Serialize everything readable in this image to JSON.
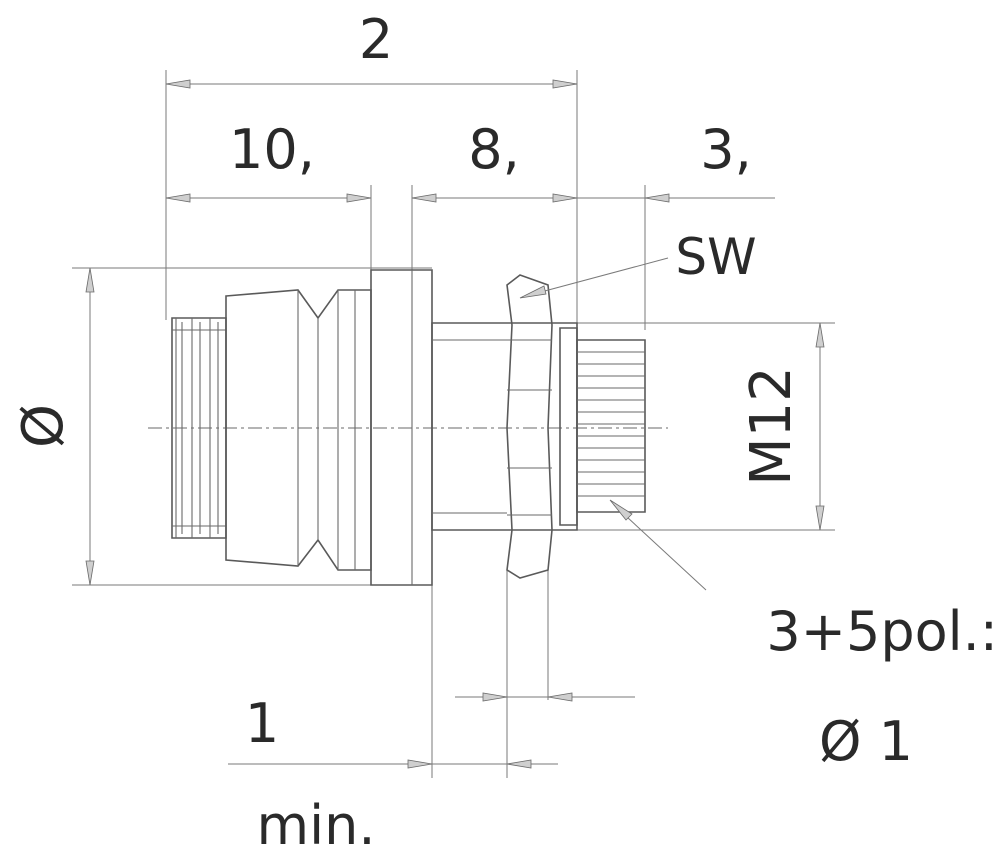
{
  "dimensions": {
    "overall_length": "2",
    "body_length": "10,",
    "middle_length": "8,",
    "thread_length": "3,",
    "wrench_size": "SW",
    "diameter_symbol": "Ø",
    "thread_size": "M12",
    "min_value": "1",
    "min_label": "min.",
    "pin_label": "3+5pol.:",
    "pin_diameter": "Ø 1"
  },
  "colors": {
    "line": "#5a5a5a",
    "text": "#2a2a2a",
    "background": "#ffffff"
  }
}
